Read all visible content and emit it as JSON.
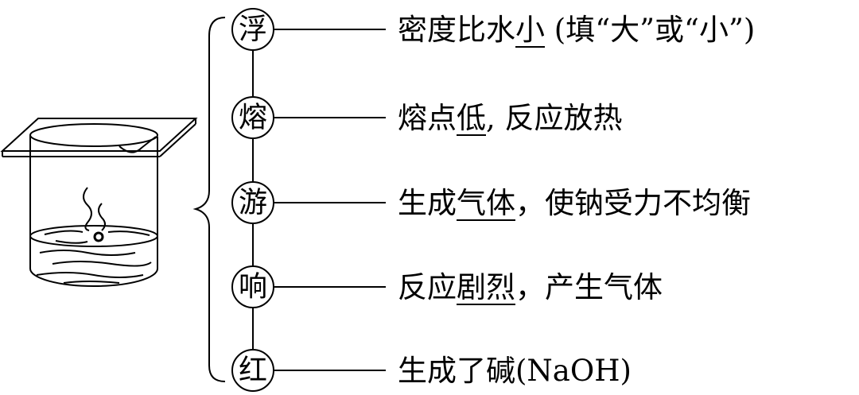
{
  "nodes": [
    {
      "char": "浮",
      "text": [
        {
          "t": "密度比水",
          "u": false
        },
        {
          "t": "小",
          "u": true
        },
        {
          "t": " (填“大”或“小”)",
          "u": false
        }
      ]
    },
    {
      "char": "熔",
      "text": [
        {
          "t": "熔点",
          "u": false
        },
        {
          "t": "低",
          "u": true
        },
        {
          "t": ", 反应放热",
          "u": false
        }
      ]
    },
    {
      "char": "游",
      "text": [
        {
          "t": "生成",
          "u": false
        },
        {
          "t": "气体",
          "u": true
        },
        {
          "t": "，使钠受力不均衡",
          "u": false
        }
      ]
    },
    {
      "char": "响",
      "text": [
        {
          "t": "反应",
          "u": false
        },
        {
          "t": "剧烈",
          "u": true
        },
        {
          "t": "，产生气体",
          "u": false
        }
      ]
    },
    {
      "char": "红",
      "text": [
        {
          "t": "生成了碱(NaOH)",
          "u": false
        }
      ]
    }
  ]
}
